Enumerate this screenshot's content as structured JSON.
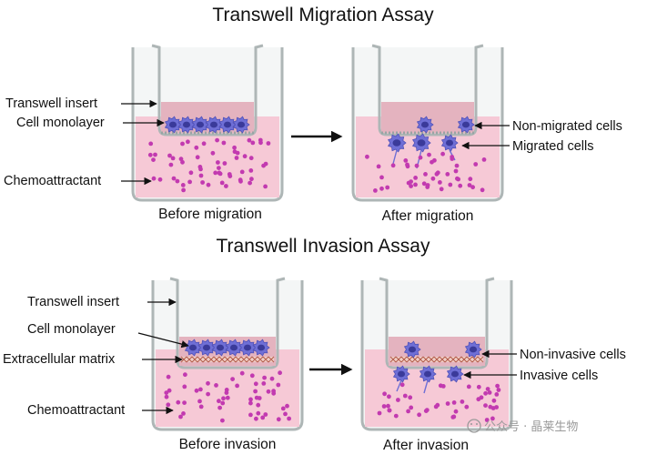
{
  "titles": {
    "migration": "Transwell Migration Assay",
    "invasion": "Transwell Invasion Assay"
  },
  "migration": {
    "labels": {
      "insert": "Transwell insert",
      "monolayer": "Cell monolayer",
      "chemo": "Chemoattractant",
      "non_migrated": "Non-migrated cells",
      "migrated": "Migrated cells"
    },
    "captions": {
      "before": "Before migration",
      "after": "After migration"
    }
  },
  "invasion": {
    "labels": {
      "insert": "Transwell insert",
      "monolayer": "Cell monolayer",
      "ecm": "Extracellular matrix",
      "chemo": "Chemoattractant",
      "non_invasive": "Non-invasive cells",
      "invasive": "Invasive cells"
    },
    "captions": {
      "before": "Before invasion",
      "after": "After invasion"
    }
  },
  "watermark": {
    "text": "公众号 · 晶莱生物"
  },
  "colors": {
    "well_outline": "#aeb6b6",
    "well_fill": "#eef0f0",
    "medium": "#f6c9d6",
    "insert_medium": "#e7b8c2",
    "chemo_dot": "#c23ab0",
    "cell": "#6f6fd6",
    "cell_nucleus": "#3a3a9a",
    "ecm": "#b25a4a"
  }
}
